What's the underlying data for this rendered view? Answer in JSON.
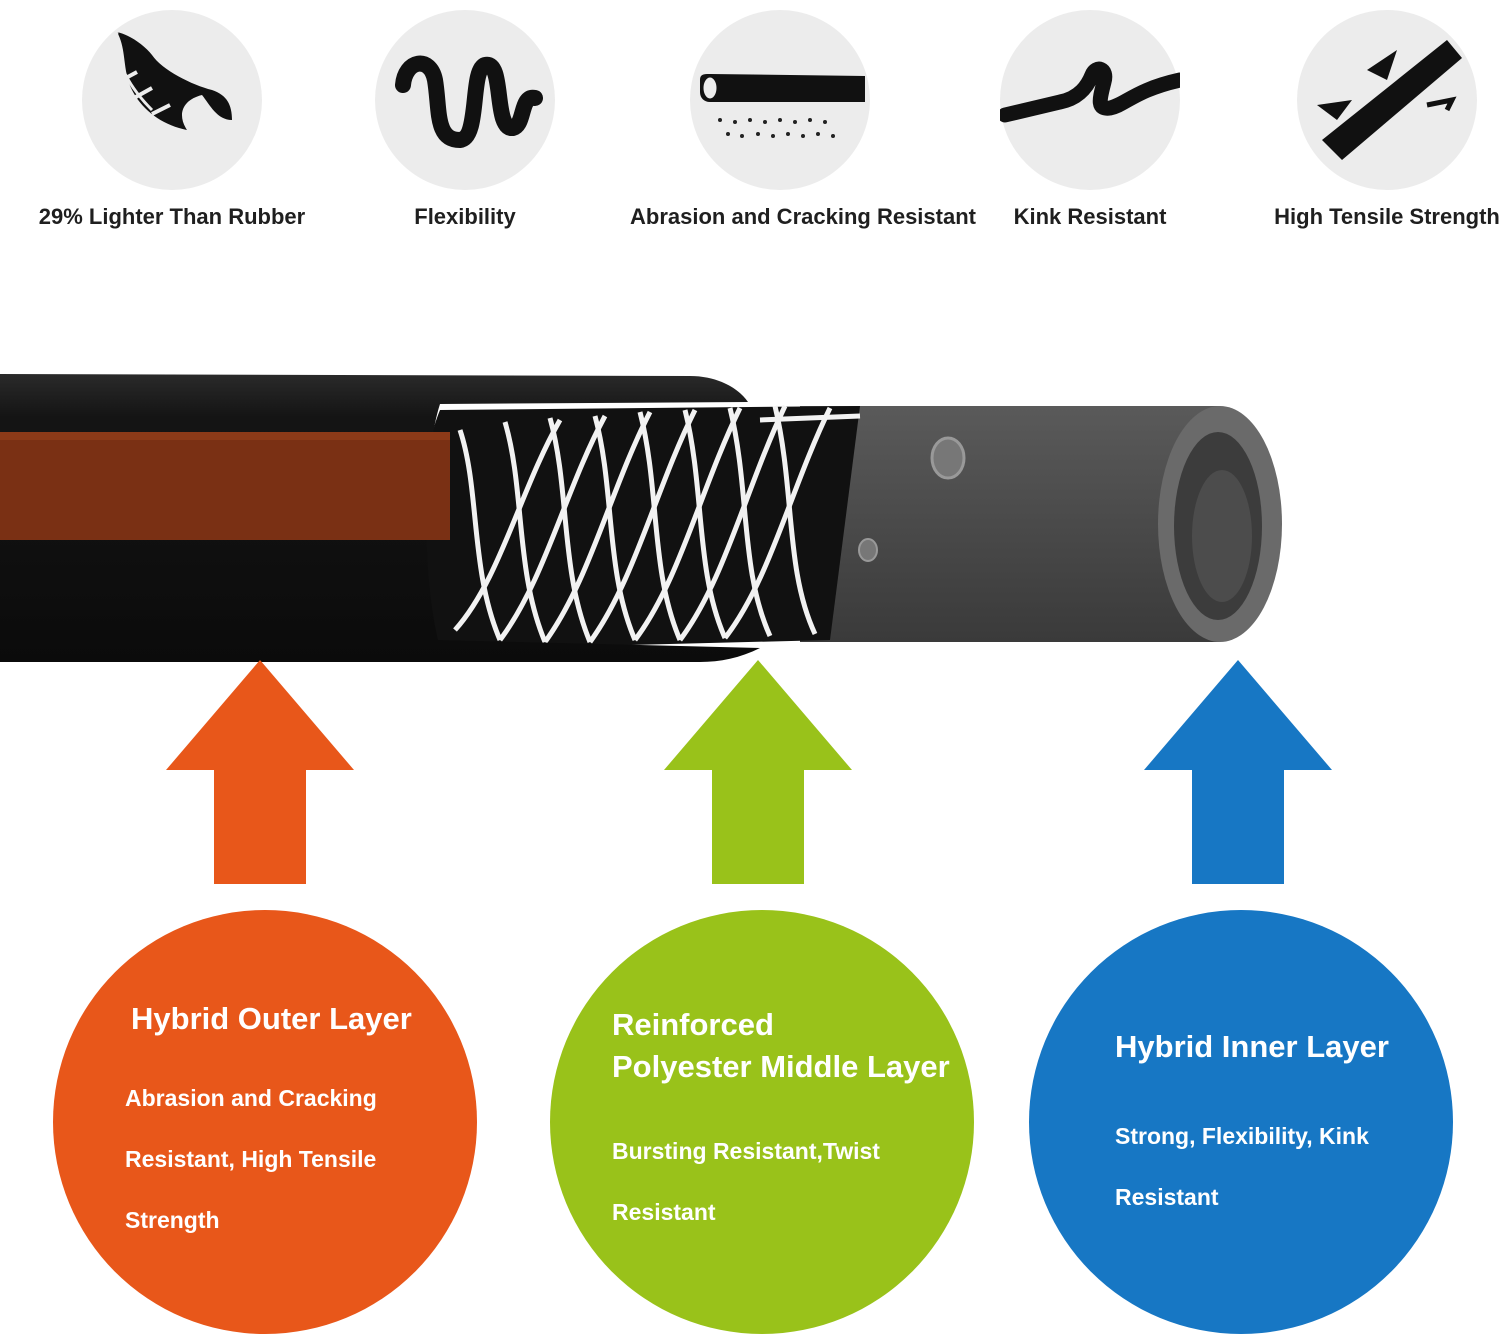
{
  "features": [
    {
      "label": "29% Lighter Than Rubber",
      "icon": "feather-icon"
    },
    {
      "label": "Flexibility",
      "icon": "squiggle-hose-icon"
    },
    {
      "label": "Abrasion and Cracking Resistant",
      "icon": "hose-abrasion-icon"
    },
    {
      "label": "Kink Resistant",
      "icon": "kinked-hose-icon"
    },
    {
      "label": "High Tensile Strength",
      "icon": "tensile-bar-icon"
    }
  ],
  "layers": [
    {
      "title_lines": [
        "Hybrid Outer Layer"
      ],
      "desc_lines": [
        "Abrasion and Cracking",
        "Resistant, High Tensile",
        "Strength"
      ],
      "color": "#e8571a"
    },
    {
      "title_lines": [
        "Reinforced",
        "Polyester Middle Layer"
      ],
      "desc_lines": [
        "Bursting Resistant,Twist",
        "Resistant"
      ],
      "color": "#99c21a"
    },
    {
      "title_lines": [
        "Hybrid Inner Layer"
      ],
      "desc_lines": [
        "Strong, Flexibility, Kink",
        "Resistant"
      ],
      "color": "#1777c4"
    }
  ]
}
